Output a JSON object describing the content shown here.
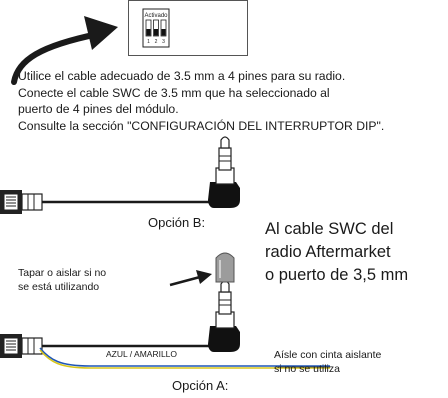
{
  "dip_switch": {
    "label": "Activado",
    "numbers": [
      "1",
      "2",
      "3"
    ],
    "states": [
      "off",
      "off",
      "off"
    ]
  },
  "instructions": [
    "Utilice el cable adecuado de 3.5 mm a 4 pines para su radio.",
    "Conecte el cable SWC de 3.5 mm que ha seleccionado al",
    "puerto de 4 pines del módulo.",
    "Consulte la sección \"CONFIGURACIÓN DEL INTERRUPTOR DIP\"."
  ],
  "option_b_label": "Opción B:",
  "option_a_label": "Opción A:",
  "swc_label": [
    "Al cable SWC del",
    "radio Aftermarket",
    "o puerto de 3,5 mm"
  ],
  "cap_note": [
    "Tapar o aislar si no",
    "se está utilizando"
  ],
  "wire_label": "AZUL / AMARILLO",
  "insulate_note": [
    "Aísle con cinta aislante",
    "si no se utiliza"
  ],
  "colors": {
    "ink": "#1a1a1a",
    "wire_blue": "#1f56b5",
    "wire_yellow": "#d8c61a",
    "plug_metal": "#9c9c9c"
  }
}
